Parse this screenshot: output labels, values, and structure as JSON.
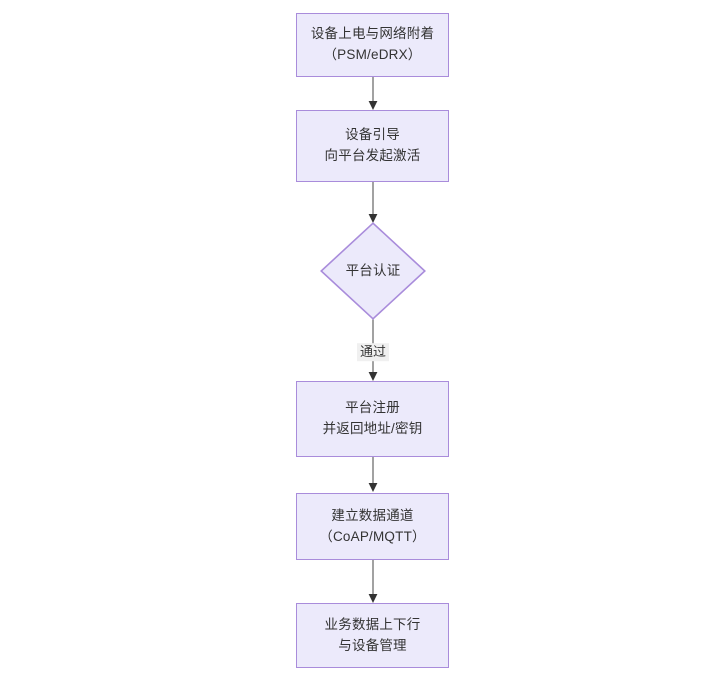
{
  "diagram": {
    "type": "flowchart",
    "orientation": "top-to-bottom",
    "title": "",
    "colors": {
      "node_fill": "#ECEAFB",
      "node_border": "#A98CDB",
      "text": "#333333",
      "edge_line": "#555555",
      "edge_arrow": "#333333",
      "edge_label_background": "#F0F0F0",
      "canvas_background": "#FFFFFF"
    },
    "nodes": [
      {
        "id": "n1",
        "shape": "rectangle",
        "lines": [
          "设备上电与网络附着",
          "（PSM/eDRX）"
        ]
      },
      {
        "id": "n2",
        "shape": "rectangle",
        "lines": [
          "设备引导",
          "向平台发起激活"
        ]
      },
      {
        "id": "n3",
        "shape": "diamond",
        "lines": [
          "平台认证"
        ]
      },
      {
        "id": "n4",
        "shape": "rectangle",
        "lines": [
          "平台注册",
          "并返回地址/密钥"
        ]
      },
      {
        "id": "n5",
        "shape": "rectangle",
        "lines": [
          "建立数据通道",
          "（CoAP/MQTT）"
        ]
      },
      {
        "id": "n6",
        "shape": "rectangle",
        "lines": [
          "业务数据上下行",
          "与设备管理"
        ]
      }
    ],
    "edges": [
      {
        "id": "e1",
        "from": "n1",
        "to": "n2",
        "label": ""
      },
      {
        "id": "e2",
        "from": "n2",
        "to": "n3",
        "label": ""
      },
      {
        "id": "e3",
        "from": "n3",
        "to": "n4",
        "label": "通过"
      },
      {
        "id": "e4",
        "from": "n4",
        "to": "n5",
        "label": ""
      },
      {
        "id": "e5",
        "from": "n5",
        "to": "n6",
        "label": ""
      }
    ]
  }
}
